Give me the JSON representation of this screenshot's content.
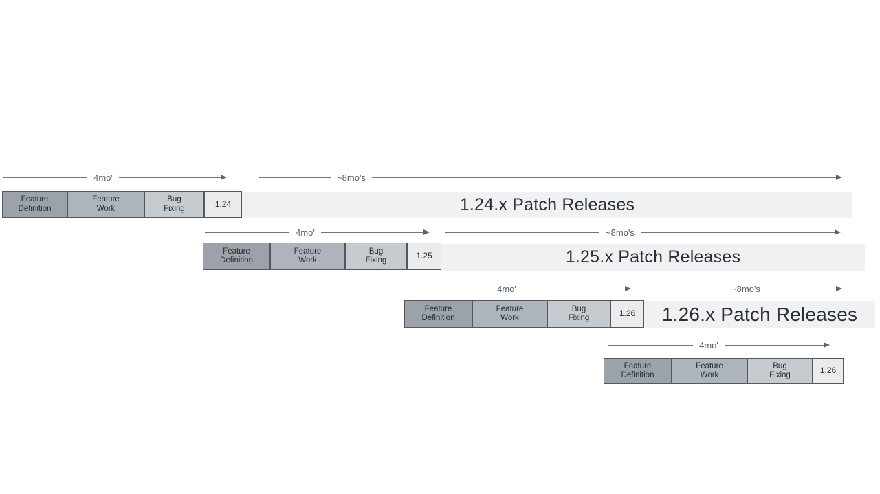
{
  "colors": {
    "background": "#ffffff",
    "feature_definition_fill": "#9ba2a9",
    "feature_work_fill": "#aeb4bb",
    "bug_fixing_fill": "#c6cbd0",
    "version_box_fill": "#e9ebed",
    "patch_bar_fill": "#f0f1f3",
    "box_border": "#54585e",
    "arrow": "#70767d",
    "text": "#2b3036",
    "duration_label": "#565d64"
  },
  "rows": [
    {
      "version": "1.24",
      "feature_definition": "Feature Definition",
      "feature_work": "Feature Work",
      "bug_fixing": "Bug Fixing",
      "dev_duration": "4mo'",
      "patch_duration": "~8mo's",
      "patch_bar": "1.24.x Patch Releases"
    },
    {
      "version": "1.25",
      "feature_definition": "Feature Definition",
      "feature_work": "Feature Work",
      "bug_fixing": "Bug Fixing",
      "dev_duration": "4mo'",
      "patch_duration": "~8mo's",
      "patch_bar": "1.25.x Patch Releases"
    },
    {
      "version": "1.26",
      "feature_definition": "Feature Definition",
      "feature_work": "Feature Work",
      "bug_fixing": "Bug Fixing",
      "dev_duration": "4mo'",
      "patch_duration": "~8mo's",
      "patch_bar": "1.26.x Patch Releases"
    },
    {
      "version": "1.26",
      "feature_definition": "Feature Definition",
      "feature_work": "Feature Work",
      "bug_fixing": "Bug Fixing",
      "dev_duration": "4mo'"
    }
  ]
}
